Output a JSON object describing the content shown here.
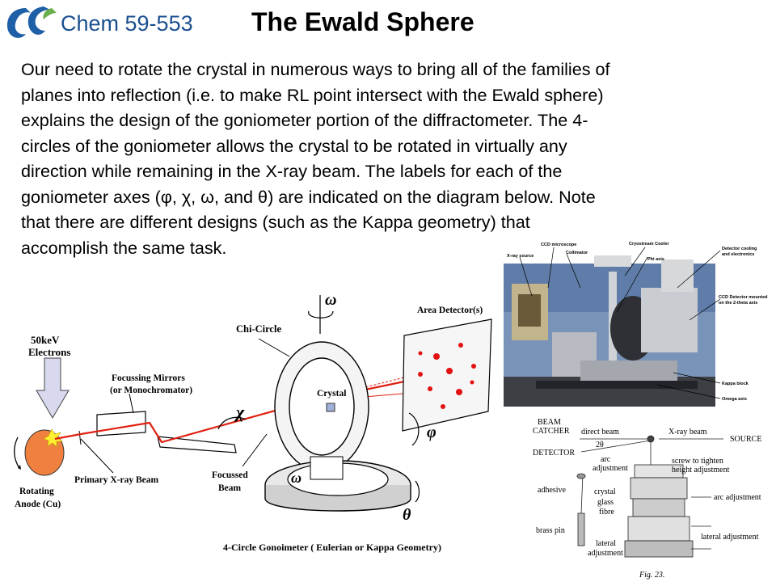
{
  "header": {
    "course": "Chem 59-553",
    "title": "The Ewald Sphere"
  },
  "paragraph": {
    "lines": [
      "Our need to rotate the crystal in numerous ways to bring all of the families of",
      "planes into reflection (i.e. to make RL point intersect with the Ewald sphere)",
      "explains the design of the goniometer portion of the diffractometer.  The 4-",
      "circles of the goniometer allows the crystal to be rotated in virtually any",
      "direction while remaining in the X-ray beam.  The labels for each of the",
      "goniometer axes (φ, χ, ω, and θ) are indicated on the diagram below.  Note",
      "that there are different designs (such as the Kappa geometry) that",
      "accomplish the same task."
    ]
  },
  "goniometer_diagram": {
    "omega_top": "ω",
    "area_detector": "Area Detector(s)",
    "chi_circle": "Chi-Circle",
    "electrons_1": "50keV",
    "electrons_2": "Electrons",
    "mirrors_1": "Focussing Mirrors",
    "mirrors_2": "(or Monochromator)",
    "crystal": "Crystal",
    "chi": "χ",
    "phi": "φ",
    "omega": "ω",
    "theta": "θ",
    "primary_beam": "Primary X-ray Beam",
    "focussed_1": "Focussed",
    "focussed_2": "Beam",
    "anode_1": "Rotating",
    "anode_2": "Anode (Cu)",
    "caption": "4-Circle Gonoimeter ( Eulerian or Kappa Geometry)"
  },
  "photo_labels": {
    "ccd_microscope": "CCD microscope",
    "cryostream": "Cryostream Cooler",
    "xray_source": "X-ray source",
    "collimator": "Collimator",
    "phi_axis": "Phi axis",
    "detector_cooling_1": "Detector cooling",
    "detector_cooling_2": "and electronics",
    "ccd_detector_1": "CCD Detector mounted",
    "ccd_detector_2": "on the 2-theta axis",
    "kappa_block": "Kappa block",
    "omega_axis": "Omega axis"
  },
  "mount_diagram": {
    "beam_1": "BEAM",
    "beam_2": "CATCHER",
    "direct_beam": "direct beam",
    "two_theta": "2θ",
    "xray_beam": "X-ray beam",
    "source": "SOURCE",
    "detector": "DETECTOR",
    "arc_adj_1": "arc",
    "arc_adj_2": "adjustment",
    "screw_1": "screw to tighten",
    "screw_2": "height adjustment",
    "adhesive": "adhesive",
    "crystal": "crystal",
    "glass_1": "glass",
    "glass_2": "fibre",
    "arc_adjustment": "arc adjustment",
    "brass_pin": "brass pin",
    "lateral_1": "lateral",
    "lateral_2": "adjustment",
    "lateral_adjustment": "lateral adjustment",
    "fig": "Fig. 23."
  },
  "colors": {
    "course_text": "#1a4f8f",
    "logo_blue": "#1f5fa8",
    "logo_green": "#6ab04c",
    "beam_red": "#e02010"
  }
}
